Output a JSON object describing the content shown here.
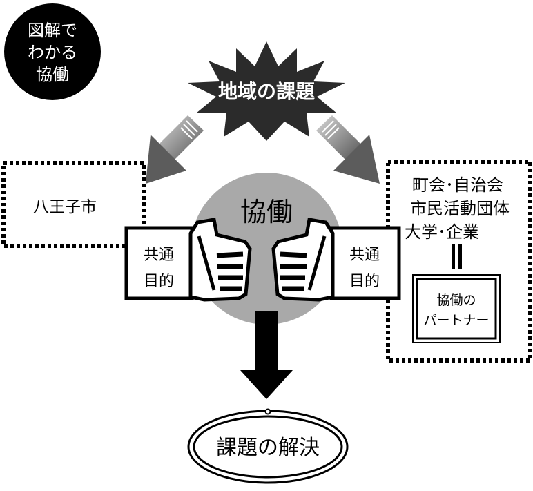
{
  "badge": {
    "lines": [
      "図解で",
      "わかる",
      "協働"
    ]
  },
  "issue_burst": {
    "label": "地域の課題"
  },
  "city_box": {
    "label": "八王子市"
  },
  "center_circle": {
    "label": "協働"
  },
  "left_hand": {
    "lines": [
      "共通",
      "目的"
    ]
  },
  "right_hand": {
    "lines": [
      "共通",
      "目的"
    ]
  },
  "partner_group": {
    "lines": [
      "町会･自治会",
      "市民活動団体",
      "大学･企業"
    ],
    "partner_box": {
      "lines": [
        "協働の",
        "パートナー"
      ]
    }
  },
  "result_oval": {
    "label": "課題の解決"
  },
  "colors": {
    "black": "#000000",
    "dark": "#2b2b2b",
    "circle_gray": "#a9a9a9",
    "arrow_gray": "#777777",
    "white": "#ffffff"
  }
}
